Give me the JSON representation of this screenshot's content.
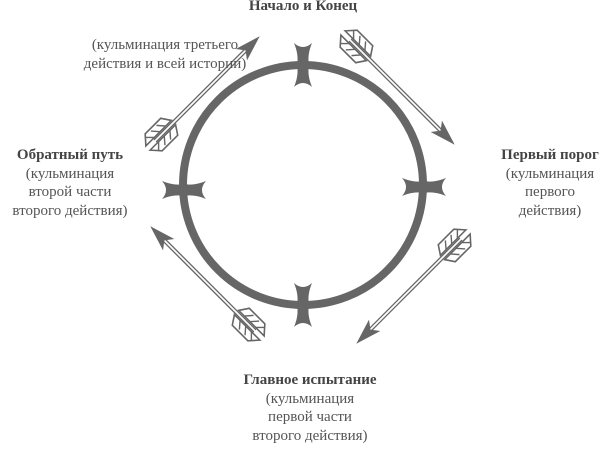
{
  "stages": [
    {
      "title": "Начало и Конец",
      "note_lines": [
        "(кульминация третьего",
        "действия и всей истории)"
      ]
    },
    {
      "title": "Первый порог",
      "note_lines": [
        "(кульминация",
        "первого",
        "действия)"
      ]
    },
    {
      "title": "Главное испытание",
      "note_lines": [
        "(кульминация",
        "первой части",
        "второго действия)"
      ]
    },
    {
      "title": "Обратный путь",
      "note_lines": [
        "(кульминация",
        "второй части",
        "второго действия)"
      ]
    }
  ],
  "colors": {
    "ink": "#666666",
    "text": "#555555"
  }
}
